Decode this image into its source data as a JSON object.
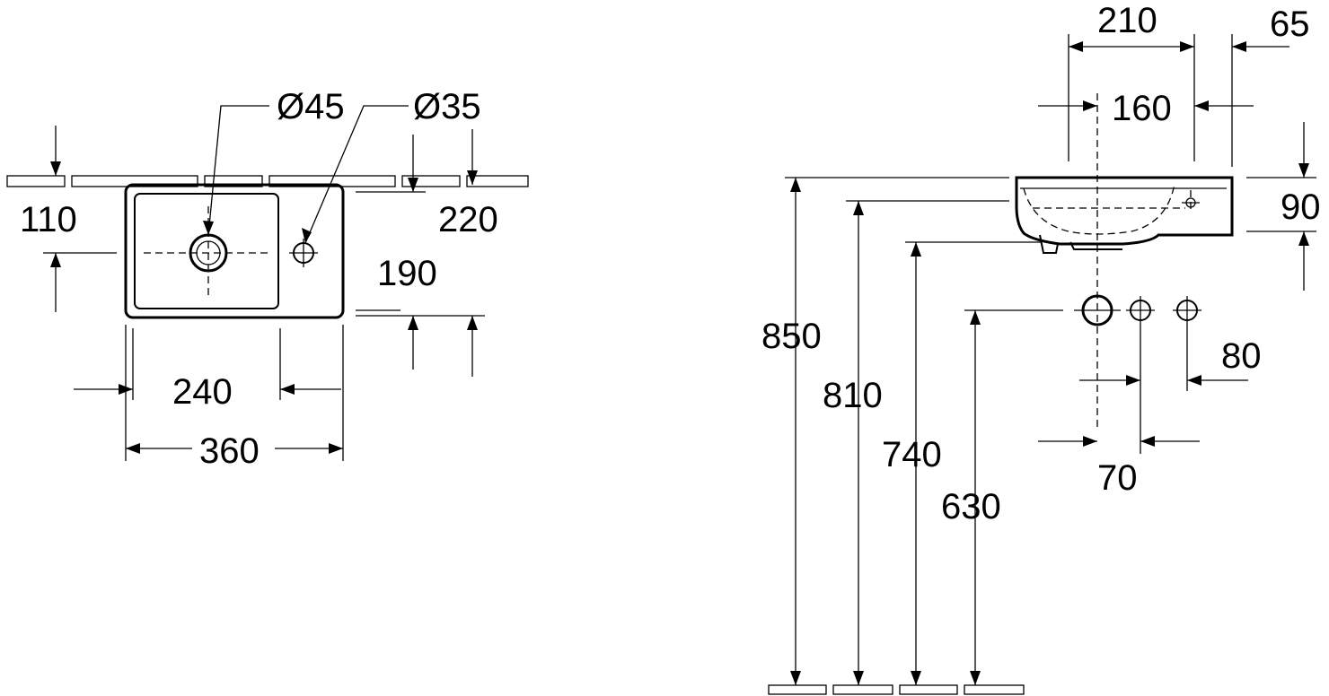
{
  "top_view": {
    "drain_diameter": "Ø45",
    "tap_hole_diameter": "Ø35",
    "depth_left": "110",
    "depth_right": "220",
    "depth_right_lower": "190",
    "bowl_width": "240",
    "overall_width": "360"
  },
  "side_view": {
    "dim_210": "210",
    "dim_65": "65",
    "dim_160": "160",
    "height_90": "90",
    "dim_80": "80",
    "dim_70": "70",
    "height_850": "850",
    "height_810": "810",
    "height_740": "740",
    "height_630": "630"
  }
}
